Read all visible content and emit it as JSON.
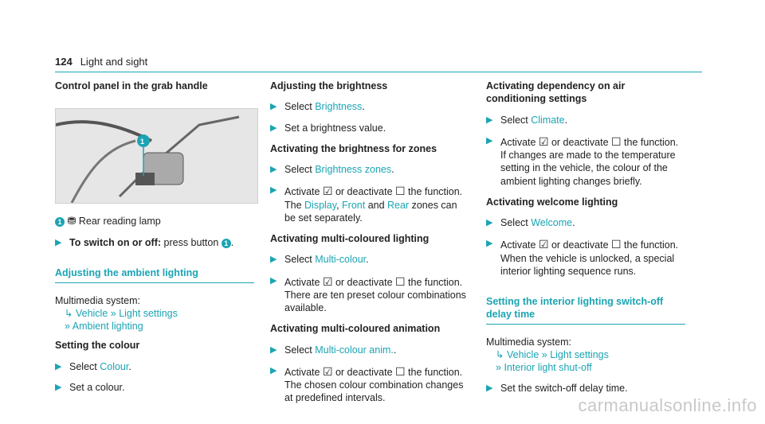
{
  "header": {
    "page_number": "124",
    "section": "Light and sight"
  },
  "col1": {
    "heading": "Control panel in the grab handle",
    "legend_num": "1",
    "legend_icon": "⛄",
    "legend_text": "Rear reading lamp",
    "step1_bold": "To switch on or off:",
    "step1_text": " press button ",
    "step1_num": "1",
    "section2": "Adjusting the ambient lighting",
    "system_label": "Multimedia system:",
    "path_vehicle": "Vehicle",
    "path_light": "Light settings",
    "path_ambient": "Ambient lighting",
    "colour_head": "Setting the colour",
    "colour_s1_pre": "Select ",
    "colour_s1_link": "Colour",
    "colour_s1_post": ".",
    "colour_s2": "Set a colour."
  },
  "col2": {
    "bright_head": "Adjusting the brightness",
    "b_s1_pre": "Select ",
    "b_s1_link": "Brightness",
    "b_s1_post": ".",
    "b_s2": "Set a brightness value.",
    "zones_head": "Activating the brightness for zones",
    "z_s1_pre": "Select ",
    "z_s1_link": "Brightness zones",
    "z_s1_post": ".",
    "z_s2_a": "Activate ",
    "z_s2_b": " or deactivate ",
    "z_s2_c": " the function.",
    "z_s2_d": "The ",
    "z_link_display": "Display",
    "z_s2_e": ", ",
    "z_link_front": "Front",
    "z_s2_f": " and ",
    "z_link_rear": "Rear",
    "z_s2_g": " zones can be set separately.",
    "multi_head": "Activating multi-coloured lighting",
    "m_s1_pre": "Select ",
    "m_s1_link": "Multi-colour",
    "m_s1_post": ".",
    "m_s2_a": "Activate ",
    "m_s2_b": " or deactivate ",
    "m_s2_c": " the function.",
    "m_s2_d": "There are ten preset colour combinations available.",
    "anim_head": "Activating multi-coloured animation",
    "a_s1_pre": "Select ",
    "a_s1_link": "Multi-colour anim.",
    "a_s1_post": ".",
    "a_s2_a": "Activate ",
    "a_s2_b": " or deactivate ",
    "a_s2_c": " the function.",
    "a_s2_d": "The chosen colour combination changes at predefined intervals."
  },
  "col3": {
    "air_head": "Activating dependency on air conditioning settings",
    "air_s1_pre": "Select ",
    "air_s1_link": "Climate",
    "air_s1_post": ".",
    "air_s2_a": "Activate ",
    "air_s2_b": " or deactivate ",
    "air_s2_c": " the function.",
    "air_s2_d": "If changes are made to the temperature setting in the vehicle, the colour of the ambient lighting changes briefly.",
    "welcome_head": "Activating welcome lighting",
    "w_s1_pre": "Select ",
    "w_s1_link": "Welcome",
    "w_s1_post": ".",
    "w_s2_a": "Activate ",
    "w_s2_b": " or deactivate ",
    "w_s2_c": " the function.",
    "w_s2_d": "When the vehicle is unlocked, a special interior lighting sequence runs.",
    "section_shutoff": "Setting the interior lighting switch-off delay time",
    "system_label": "Multimedia system:",
    "path_vehicle": "Vehicle",
    "path_light": "Light settings",
    "path_shutoff": "Interior light shut-off",
    "shut_s1": "Set the switch-off delay time."
  },
  "glyphs": {
    "arrow": "▶",
    "return": "↳",
    "dbl": "»",
    "check": "☑",
    "box": "☐",
    "seat": "⛃"
  },
  "watermark": "carmanualsonline.info",
  "colors": {
    "accent": "#1ba4b3"
  }
}
